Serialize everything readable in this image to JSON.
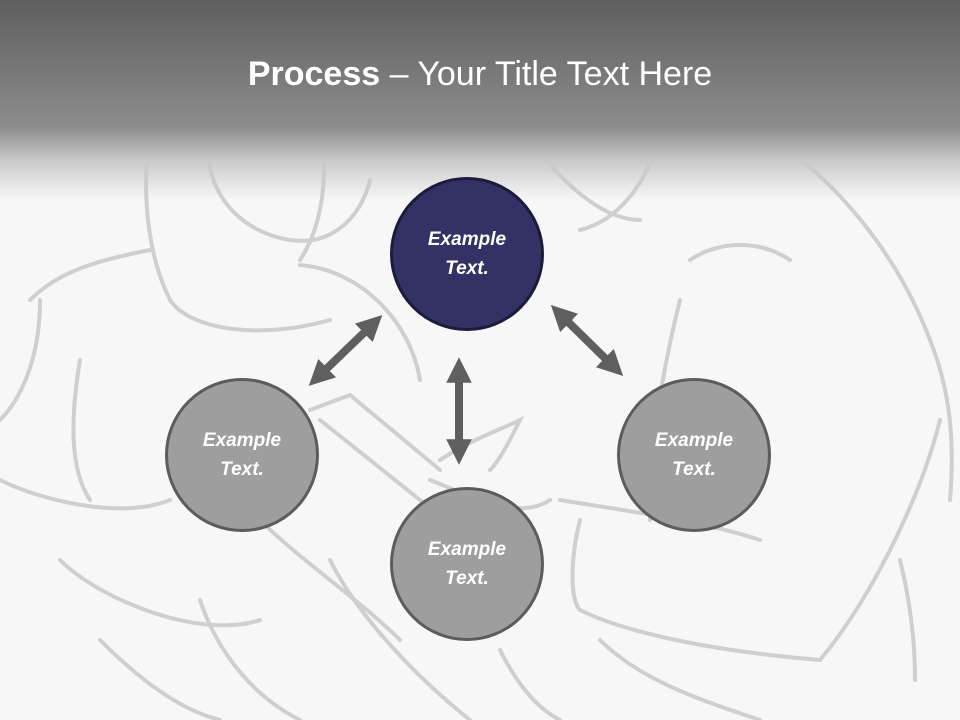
{
  "title": {
    "bold": "Process",
    "separator": " – ",
    "rest": "Your Title Text Here"
  },
  "nodes": [
    {
      "id": "top",
      "line1": "Example",
      "line2": "Text.",
      "color": "#343264"
    },
    {
      "id": "left",
      "line1": "Example",
      "line2": "Text.",
      "color": "#9e9e9e"
    },
    {
      "id": "bottom",
      "line1": "Example",
      "line2": "Text.",
      "color": "#9e9e9e"
    },
    {
      "id": "right",
      "line1": "Example",
      "line2": "Text.",
      "color": "#9e9e9e"
    }
  ],
  "colors": {
    "accent": "#343264",
    "arrow": "#5f5f5f",
    "node_gray": "#9e9e9e",
    "title_bar": "#6e6e6e"
  }
}
